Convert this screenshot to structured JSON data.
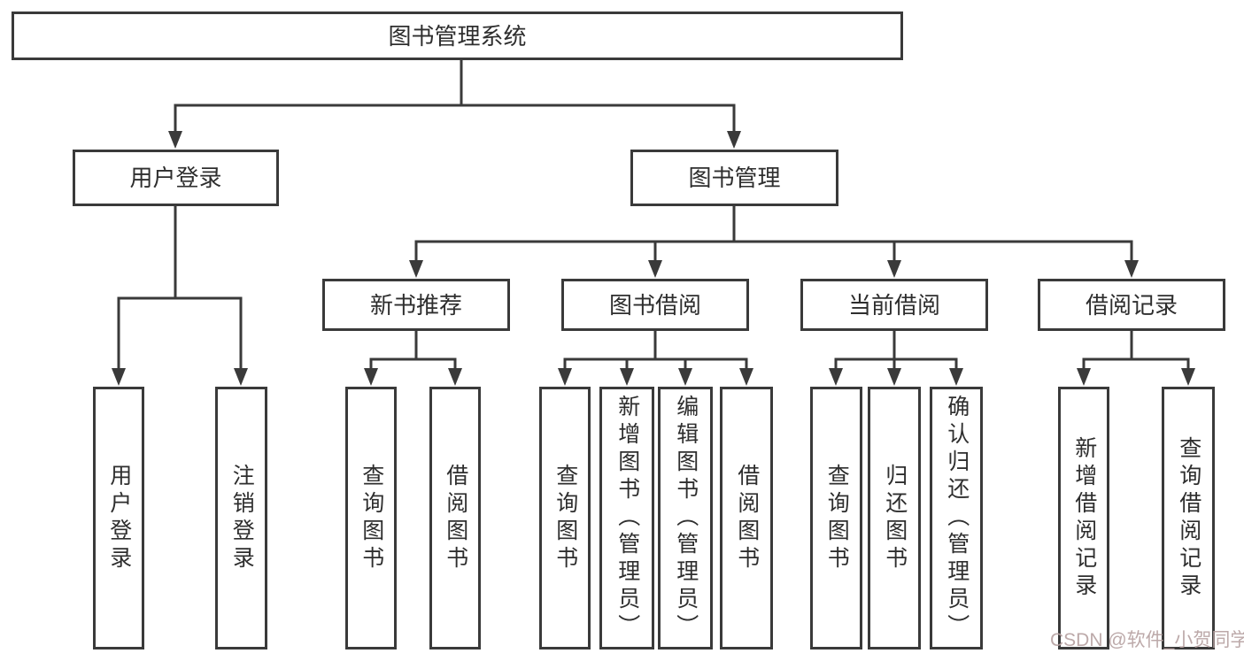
{
  "diagram": {
    "type": "functional-structure-tree",
    "colors": {
      "line": "#3a3a3a",
      "box_border": "#3a3a3a",
      "text": "#2e2e2e",
      "background": "#ffffff",
      "watermark": "#b6a2a2"
    }
  },
  "tree": {
    "label": "图书管理系统",
    "children": [
      {
        "label": "用户登录",
        "children": [
          {
            "label": "用户登录"
          },
          {
            "label": "注销登录"
          }
        ]
      },
      {
        "label": "图书管理",
        "children": [
          {
            "label": "新书推荐",
            "children": [
              {
                "label": "查询图书"
              },
              {
                "label": "借阅图书"
              }
            ]
          },
          {
            "label": "图书借阅",
            "children": [
              {
                "label": "查询图书"
              },
              {
                "label": "新增图书（管理员）"
              },
              {
                "label": "编辑图书（管理员）"
              },
              {
                "label": "借阅图书"
              }
            ]
          },
          {
            "label": "当前借阅",
            "children": [
              {
                "label": "查询图书"
              },
              {
                "label": "归还图书"
              },
              {
                "label": "确认归还（管理员）"
              }
            ]
          },
          {
            "label": "借阅记录",
            "children": [
              {
                "label": "新增借阅记录"
              },
              {
                "label": "查询借阅记录"
              }
            ]
          }
        ]
      }
    ]
  },
  "watermark": "CSDN @软件_小贺同学"
}
